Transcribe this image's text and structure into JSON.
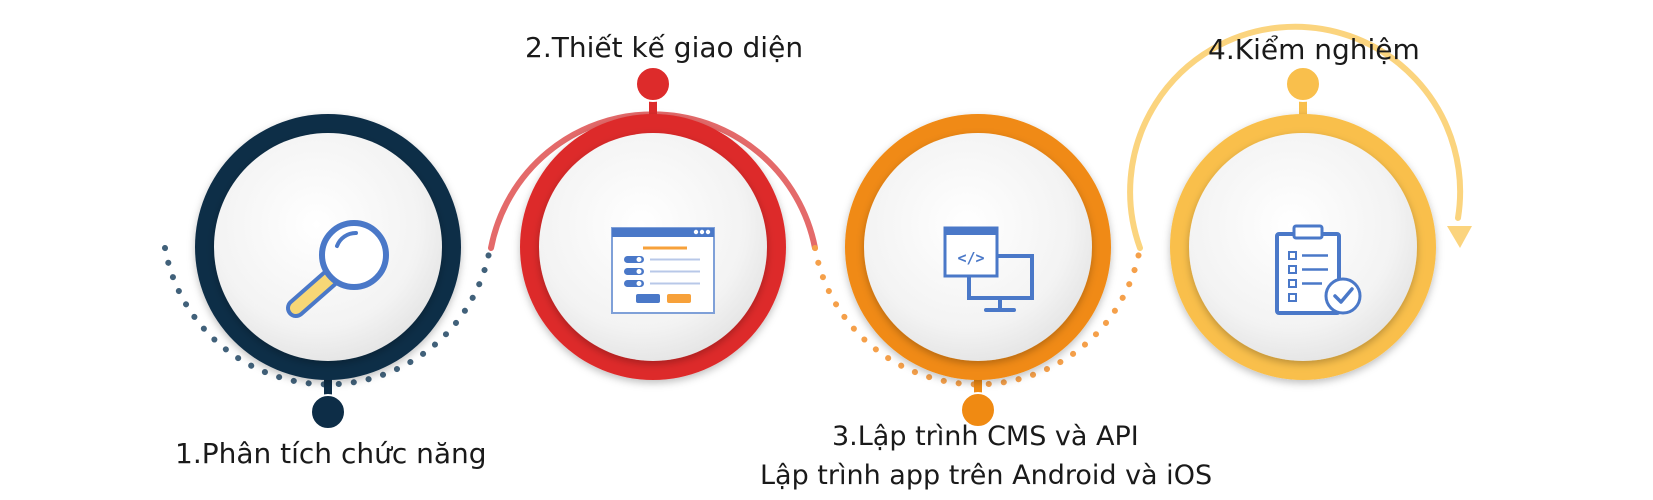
{
  "steps": [
    {
      "label": "1.Phân tích chức năng",
      "icon": "magnifier-icon",
      "color": "#0d2d47"
    },
    {
      "label": "2.Thiết kế giao diện",
      "icon": "ui-layout-icon",
      "color": "#dd2b2b"
    },
    {
      "label": "3.Lập trình CMS và API",
      "label_line2": "Lập trình app trên Android và iOS",
      "icon": "code-monitor-icon",
      "color": "#f08a12"
    },
    {
      "label": "4.Kiểm nghiệm",
      "icon": "clipboard-check-icon",
      "color": "#f9bf4c"
    }
  ],
  "icon_colors": {
    "blue": "#4a78c8",
    "orange": "#f7a13a",
    "yellow": "#f7d776"
  }
}
